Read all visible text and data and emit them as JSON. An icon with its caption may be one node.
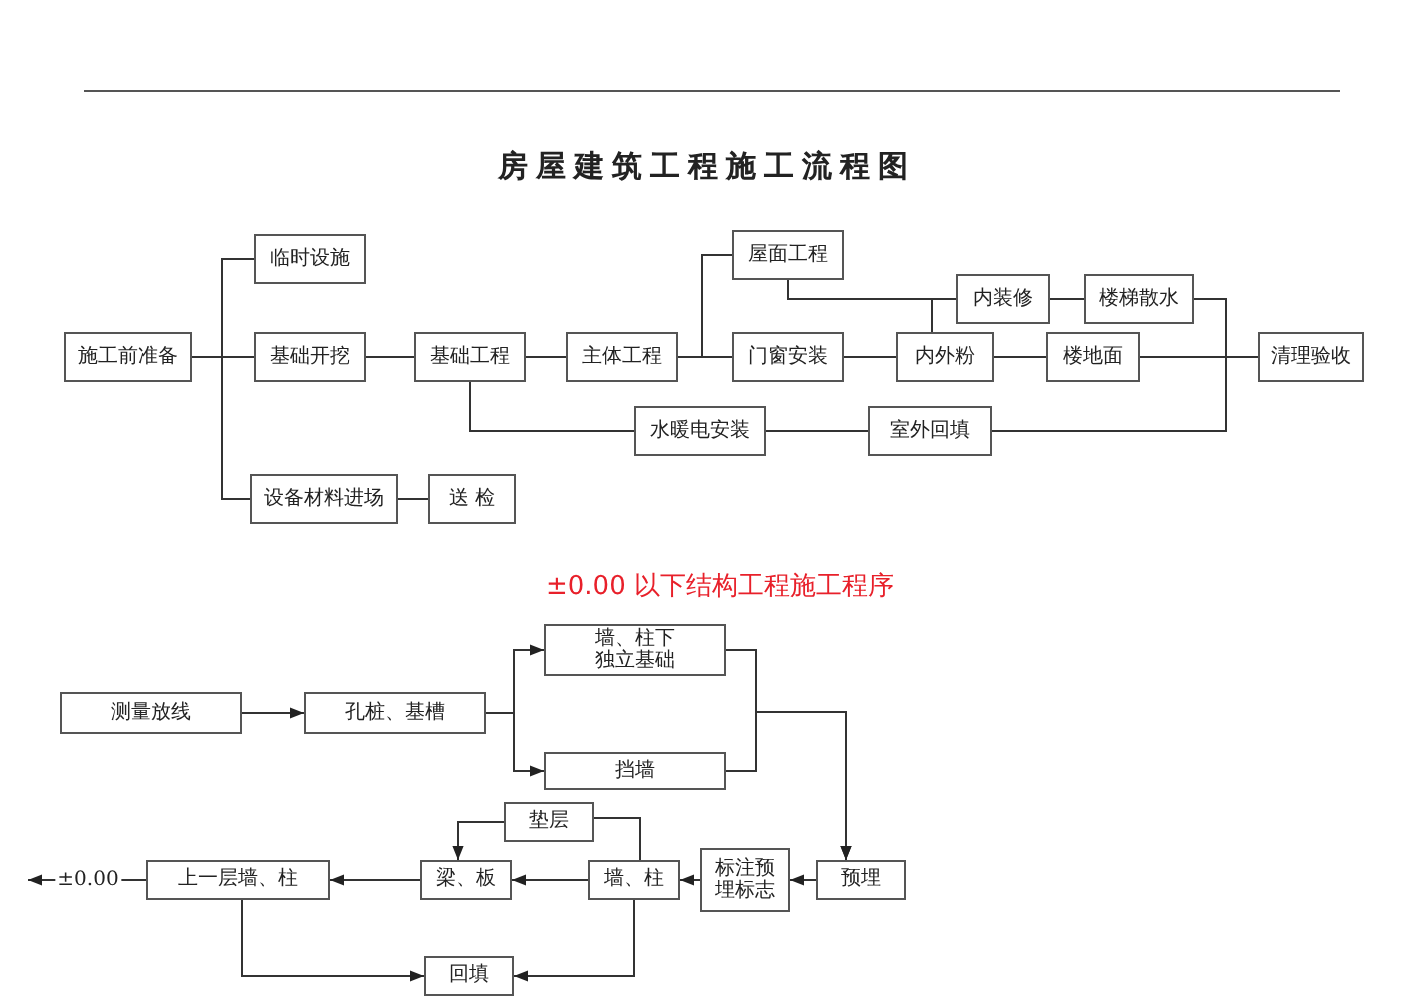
{
  "diagram": {
    "title": "房屋建筑工程施工流程图",
    "nodes": [
      {
        "text": [
          "施工前准备"
        ]
      },
      {
        "text": [
          "临时设施"
        ]
      },
      {
        "text": [
          "基础开挖"
        ]
      },
      {
        "text": [
          "设备材料进场"
        ]
      },
      {
        "text": [
          "送 检"
        ]
      },
      {
        "text": [
          "基础工程"
        ]
      },
      {
        "text": [
          "主体工程"
        ]
      },
      {
        "text": [
          "屋面工程"
        ]
      },
      {
        "text": [
          "门窗安装"
        ]
      },
      {
        "text": [
          "内装修"
        ]
      },
      {
        "text": [
          "楼梯散水"
        ]
      },
      {
        "text": [
          "内外粉"
        ]
      },
      {
        "text": [
          "楼地面"
        ]
      },
      {
        "text": [
          "清理验收"
        ]
      },
      {
        "text": [
          "水暖电安装"
        ]
      },
      {
        "text": [
          "室外回填"
        ]
      },
      {
        "text": [
          "测量放线"
        ]
      },
      {
        "text": [
          "孔桩、基槽"
        ]
      },
      {
        "text": [
          "墙、柱下独立基础"
        ]
      },
      {
        "text": [
          "挡墙"
        ]
      },
      {
        "text": [
          "预埋"
        ]
      },
      {
        "text": [
          "标注预埋标志"
        ]
      },
      {
        "text": [
          "墙、柱"
        ]
      },
      {
        "text": [
          "垫层"
        ]
      },
      {
        "text": [
          "梁、板"
        ]
      },
      {
        "text": [
          "上一层墙、柱"
        ]
      },
      {
        "text": [
          "回填"
        ]
      }
    ],
    "edges": [
      {
        "from": 0,
        "to": 1,
        "arrow": "none"
      },
      {
        "from": 0,
        "to": 2,
        "arrow": "none"
      },
      {
        "from": 0,
        "to": 3,
        "arrow": "none"
      },
      {
        "from": 3,
        "to": 4,
        "arrow": "none"
      },
      {
        "from": 2,
        "to": 5,
        "arrow": "none"
      },
      {
        "from": 5,
        "to": 6,
        "arrow": "none"
      },
      {
        "from": 6,
        "to": 7,
        "arrow": "none"
      },
      {
        "from": 6,
        "to": 8,
        "arrow": "none"
      },
      {
        "from": 5,
        "to": 14,
        "arrow": "none"
      },
      {
        "from": 14,
        "to": 15,
        "arrow": "none"
      },
      {
        "from": 8,
        "to": 11,
        "arrow": "none"
      },
      {
        "from": 7,
        "to": 9,
        "arrow": "none"
      },
      {
        "from": 11,
        "to": 9,
        "arrow": "none"
      },
      {
        "from": 9,
        "to": 10,
        "arrow": "none"
      },
      {
        "from": 11,
        "to": 12,
        "arrow": "none"
      },
      {
        "from": 10,
        "to": 13,
        "arrow": "none"
      },
      {
        "from": 12,
        "to": 13,
        "arrow": "none"
      },
      {
        "from": 15,
        "to": 13,
        "arrow": "none"
      },
      {
        "from": 16,
        "to": 17,
        "arrow": "to"
      },
      {
        "from": 17,
        "to": 18,
        "arrow": "to"
      },
      {
        "from": 17,
        "to": 19,
        "arrow": "to"
      },
      {
        "from": 18,
        "to": 20,
        "arrow": "to"
      },
      {
        "from": 19,
        "to": 20,
        "arrow": "to"
      },
      {
        "from": 20,
        "to": 21,
        "arrow": "to"
      },
      {
        "from": 21,
        "to": 22,
        "arrow": "to"
      },
      {
        "from": 22,
        "to": 24,
        "arrow": "to"
      },
      {
        "from": 22,
        "to": 23,
        "arrow": "none"
      },
      {
        "from": 23,
        "to": 24,
        "arrow": "to"
      },
      {
        "from": 24,
        "to": 25,
        "arrow": "to"
      },
      {
        "from": 25,
        "to": null,
        "arrow": "to",
        "label": "±0.00"
      },
      {
        "from": 25,
        "to": 26,
        "arrow": "to"
      },
      {
        "from": 22,
        "to": 26,
        "arrow": "to"
      }
    ],
    "labels": [
      "±0.00 以下结构工程施工程序"
    ]
  }
}
